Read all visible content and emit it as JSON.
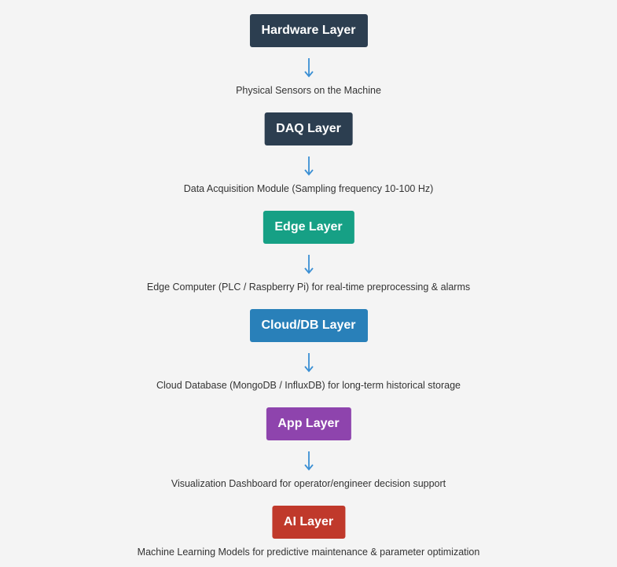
{
  "layers": [
    {
      "label": "Hardware Layer",
      "color": "#2c3e50",
      "description": "Physical Sensors on the Machine"
    },
    {
      "label": "DAQ Layer",
      "color": "#2c3e50",
      "description": "Data Acquisition Module (Sampling frequency 10-100 Hz)"
    },
    {
      "label": "Edge Layer",
      "color": "#16a085",
      "description": "Edge Computer (PLC / Raspberry Pi) for real-time preprocessing & alarms"
    },
    {
      "label": "Cloud/DB Layer",
      "color": "#2980b9",
      "description": "Cloud Database (MongoDB / InfluxDB) for long-term historical storage"
    },
    {
      "label": "App Layer",
      "color": "#8e44ad",
      "description": "Visualization Dashboard for operator/engineer decision support"
    },
    {
      "label": "AI Layer",
      "color": "#c0392b",
      "description": "Machine Learning Models for predictive maintenance & parameter optimization"
    }
  ],
  "arrow_color": "#3a8fd4",
  "arrow_icon": "arrow-down-icon"
}
